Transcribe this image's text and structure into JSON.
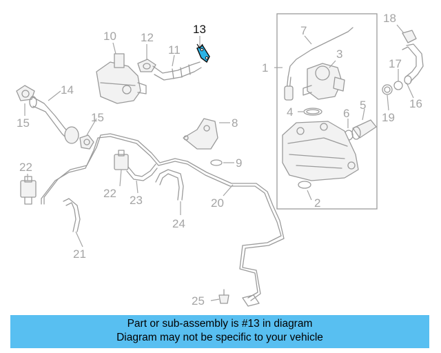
{
  "diagram": {
    "highlight_color": "#2ab3e6",
    "callouts": [
      {
        "id": "1",
        "label": "1"
      },
      {
        "id": "2",
        "label": "2"
      },
      {
        "id": "3",
        "label": "3"
      },
      {
        "id": "4",
        "label": "4"
      },
      {
        "id": "5",
        "label": "5"
      },
      {
        "id": "6",
        "label": "6"
      },
      {
        "id": "7",
        "label": "7"
      },
      {
        "id": "8",
        "label": "8"
      },
      {
        "id": "9",
        "label": "9"
      },
      {
        "id": "10",
        "label": "10"
      },
      {
        "id": "11",
        "label": "11"
      },
      {
        "id": "12",
        "label": "12"
      },
      {
        "id": "13",
        "label": "13",
        "highlighted": true
      },
      {
        "id": "14",
        "label": "14"
      },
      {
        "id": "15a",
        "label": "15"
      },
      {
        "id": "15b",
        "label": "15"
      },
      {
        "id": "16",
        "label": "16"
      },
      {
        "id": "17",
        "label": "17"
      },
      {
        "id": "18",
        "label": "18"
      },
      {
        "id": "19",
        "label": "19"
      },
      {
        "id": "20",
        "label": "20"
      },
      {
        "id": "21",
        "label": "21"
      },
      {
        "id": "22a",
        "label": "22"
      },
      {
        "id": "22b",
        "label": "22"
      },
      {
        "id": "23",
        "label": "23"
      },
      {
        "id": "24",
        "label": "24"
      },
      {
        "id": "25",
        "label": "25"
      }
    ]
  },
  "banner": {
    "background": "#58bff1",
    "line1": "Part or sub-assembly is #13 in diagram",
    "line2": "Diagram may not be specific to your vehicle"
  }
}
